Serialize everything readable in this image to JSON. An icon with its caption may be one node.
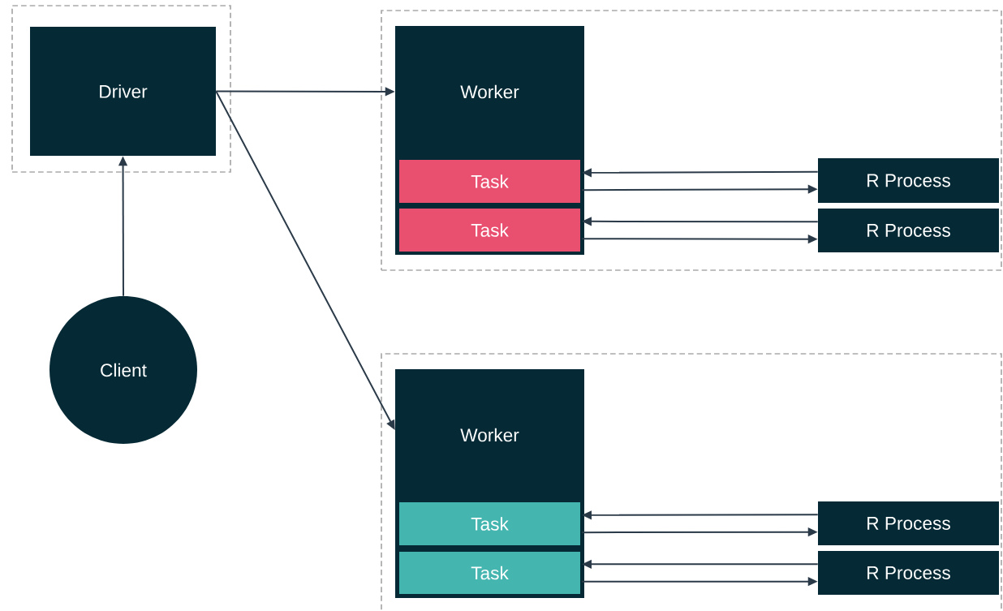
{
  "diagram": {
    "nodes": [
      {
        "text": [],
        "shape": "box"
      },
      {
        "text": [
          "Driver"
        ],
        "in": 0
      },
      {
        "text": [
          "Client"
        ]
      },
      {
        "text": [],
        "shape": "box"
      },
      {
        "text": [
          "Worker"
        ],
        "in": 3
      },
      {
        "text": [
          "Task"
        ],
        "in": 4
      },
      {
        "text": [
          "Task"
        ],
        "in": 4
      },
      {
        "text": [
          "R Process"
        ],
        "in": 3
      },
      {
        "text": [
          "R Process"
        ],
        "in": 3
      },
      {
        "text": [],
        "shape": "box"
      },
      {
        "text": [
          "Worker"
        ],
        "in": 9
      },
      {
        "text": [
          "Task"
        ],
        "in": 10
      },
      {
        "text": [
          "Task"
        ],
        "in": 10
      },
      {
        "text": [
          "R Process"
        ],
        "in": 9
      },
      {
        "text": [
          "R Process"
        ],
        "in": 9
      }
    ],
    "edges": [
      {
        "from": 2,
        "to": 1,
        "arrow": "to"
      },
      {
        "from": 1,
        "to": 4,
        "arrow": "to"
      },
      {
        "from": 1,
        "to": 10,
        "arrow": "to"
      },
      {
        "from": 7,
        "to": 5,
        "arrow": "to"
      },
      {
        "from": 5,
        "to": 7,
        "arrow": "to"
      },
      {
        "from": 8,
        "to": 6,
        "arrow": "to"
      },
      {
        "from": 6,
        "to": 8,
        "arrow": "to"
      },
      {
        "from": 13,
        "to": 11,
        "arrow": "to"
      },
      {
        "from": 11,
        "to": 13,
        "arrow": "to"
      },
      {
        "from": 14,
        "to": 12,
        "arrow": "to"
      },
      {
        "from": 12,
        "to": 14,
        "arrow": "to"
      }
    ]
  }
}
